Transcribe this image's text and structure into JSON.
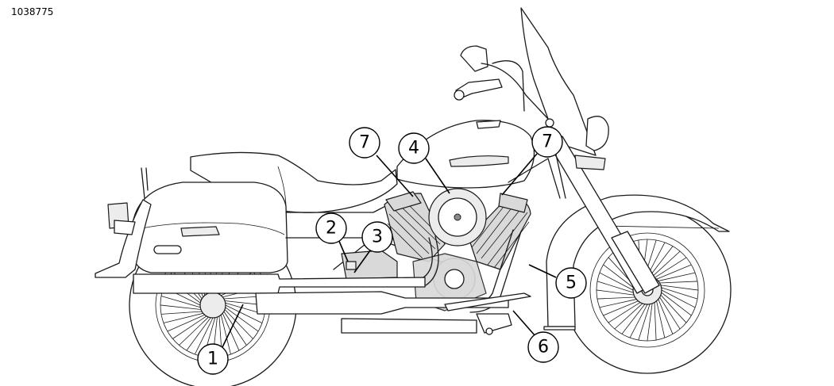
{
  "figure_id": "1038775",
  "callouts": [
    {
      "label": "1"
    },
    {
      "label": "2"
    },
    {
      "label": "3"
    },
    {
      "label": "4"
    },
    {
      "label": "5"
    },
    {
      "label": "6"
    },
    {
      "label": "7"
    },
    {
      "label": "7"
    }
  ]
}
